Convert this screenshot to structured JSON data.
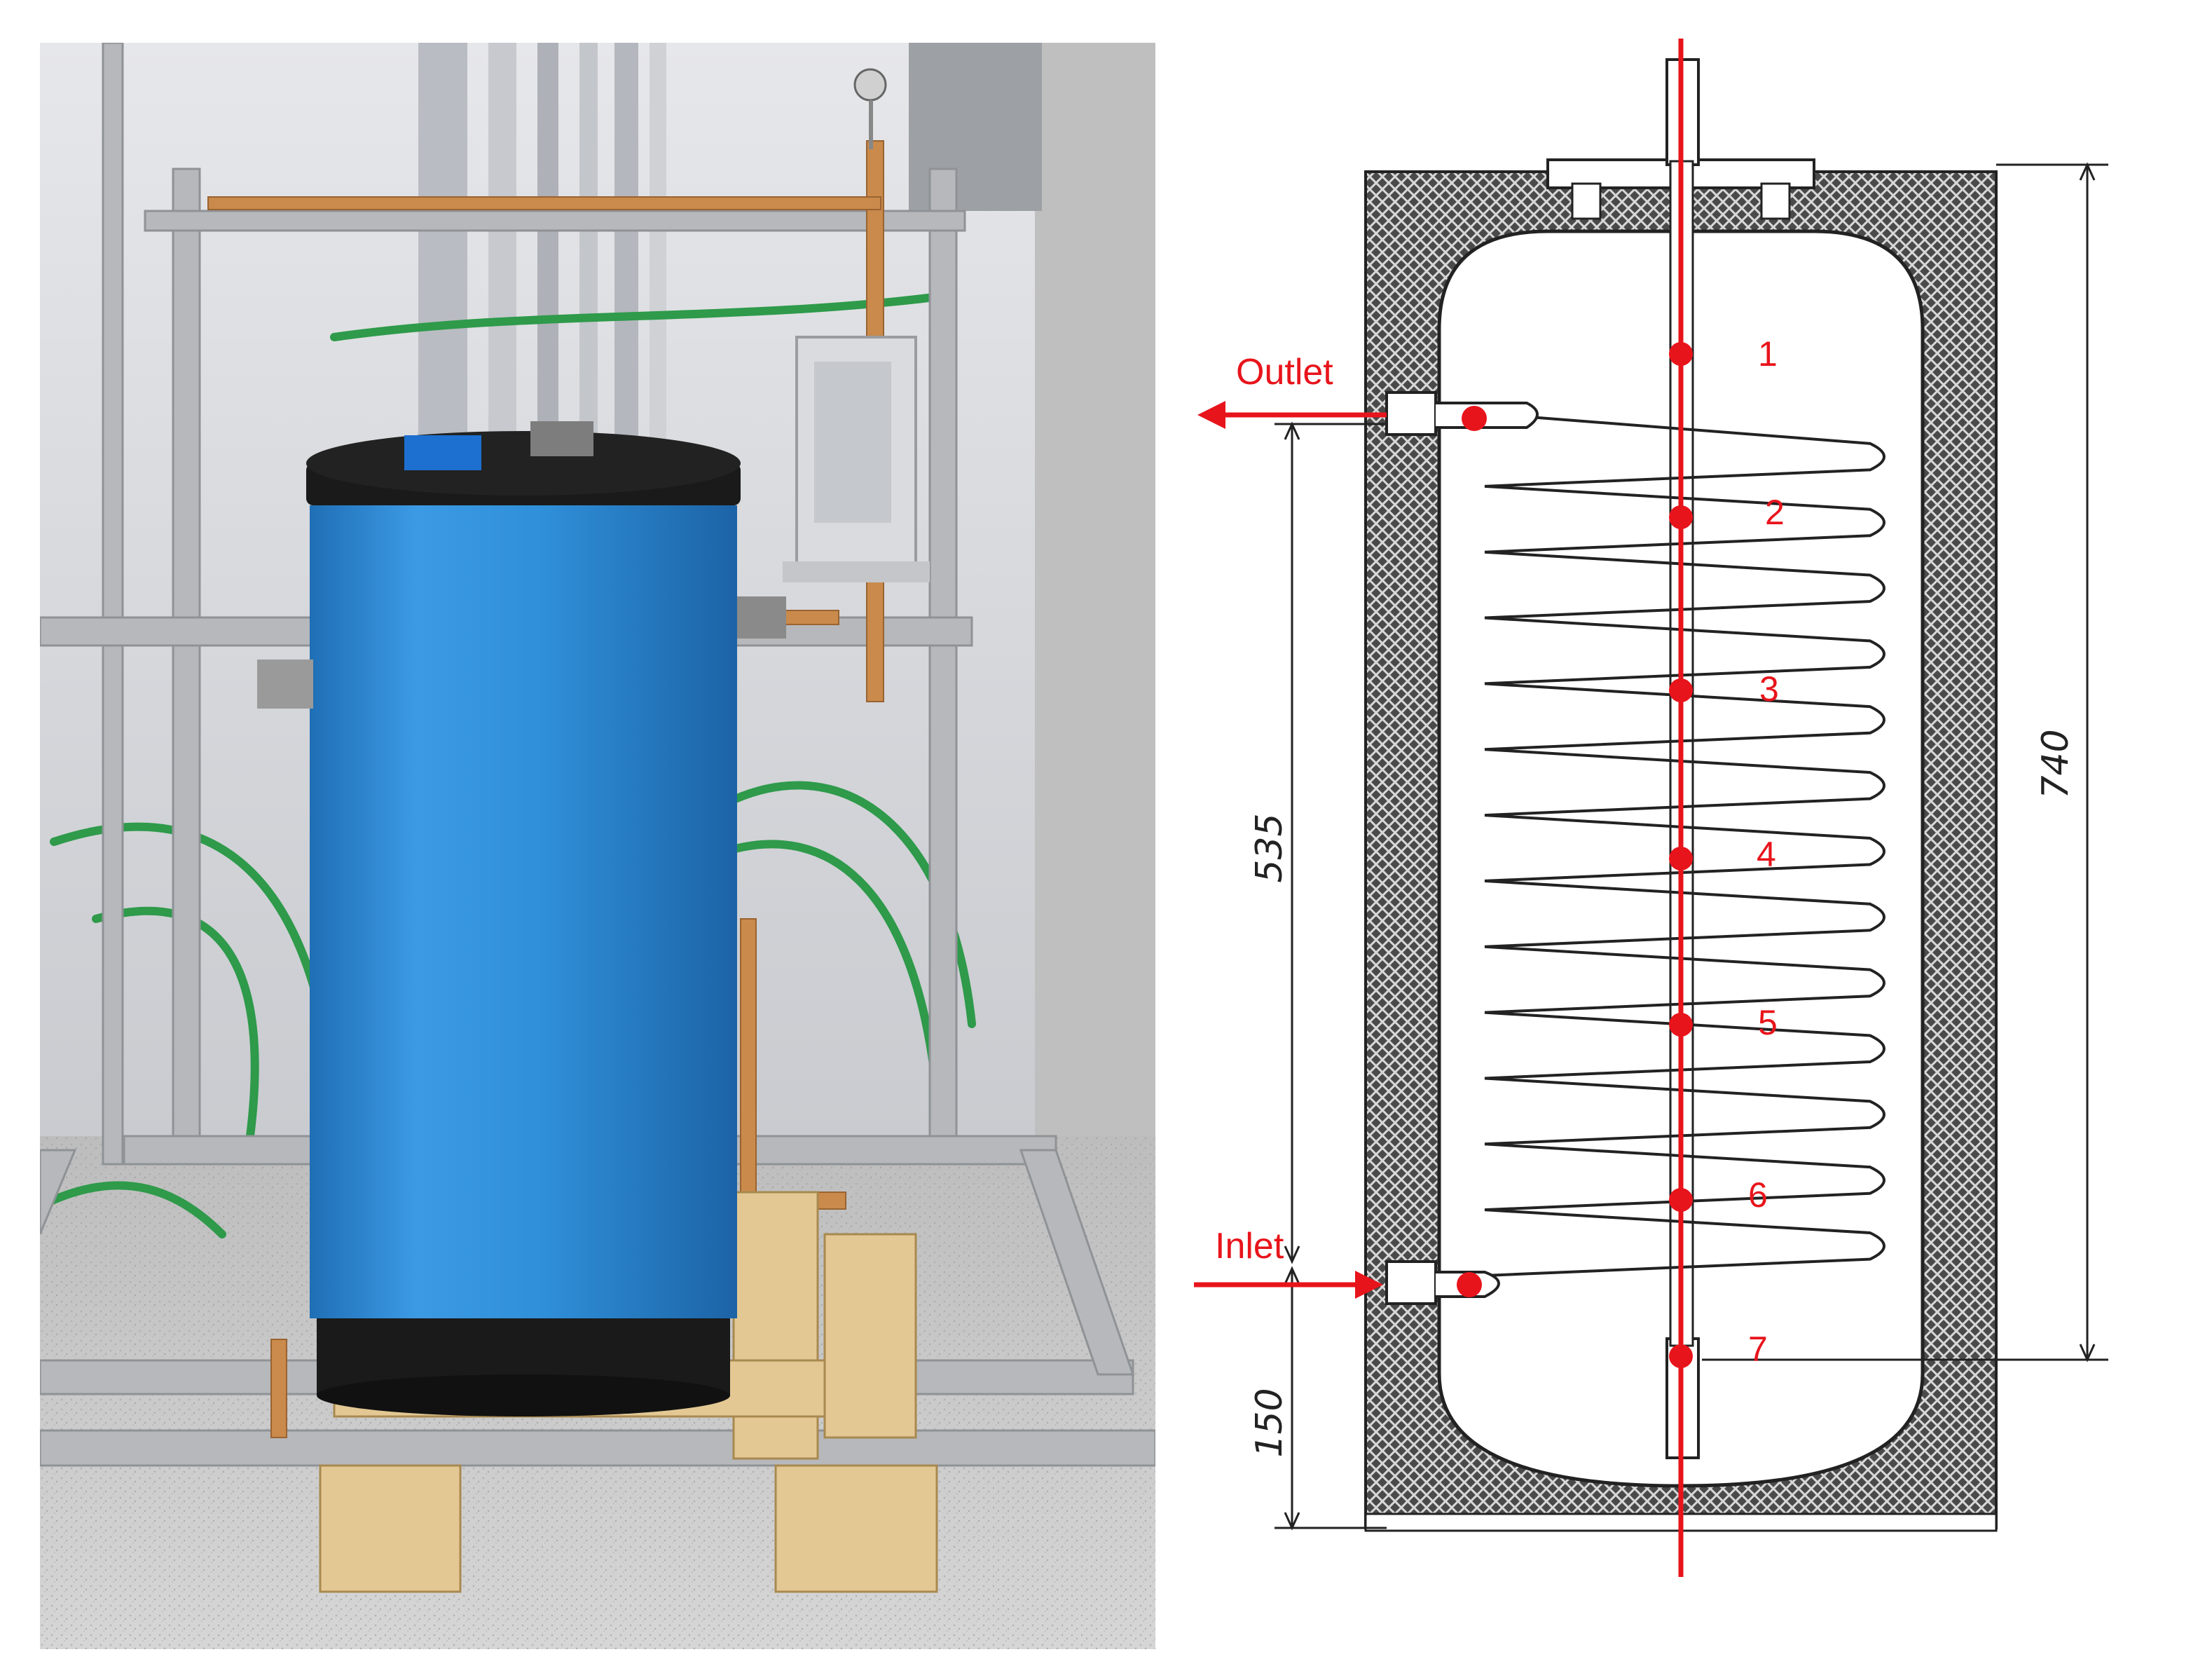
{
  "photo": {
    "subject": "storage-tank-test-rig"
  },
  "diagram": {
    "outlet_label": "Outlet",
    "inlet_label": "Inlet",
    "dimensions": {
      "total_height": "740",
      "coil_height": "535",
      "bottom_offset": "150"
    },
    "sensors": [
      {
        "label": "1"
      },
      {
        "label": "2"
      },
      {
        "label": "3"
      },
      {
        "label": "4"
      },
      {
        "label": "5"
      },
      {
        "label": "6"
      },
      {
        "label": "7"
      }
    ],
    "colors": {
      "annotation": "#e8141b",
      "line": "#222222",
      "insulation": "#555555",
      "tank_jacket": "#2f8fd8"
    }
  }
}
